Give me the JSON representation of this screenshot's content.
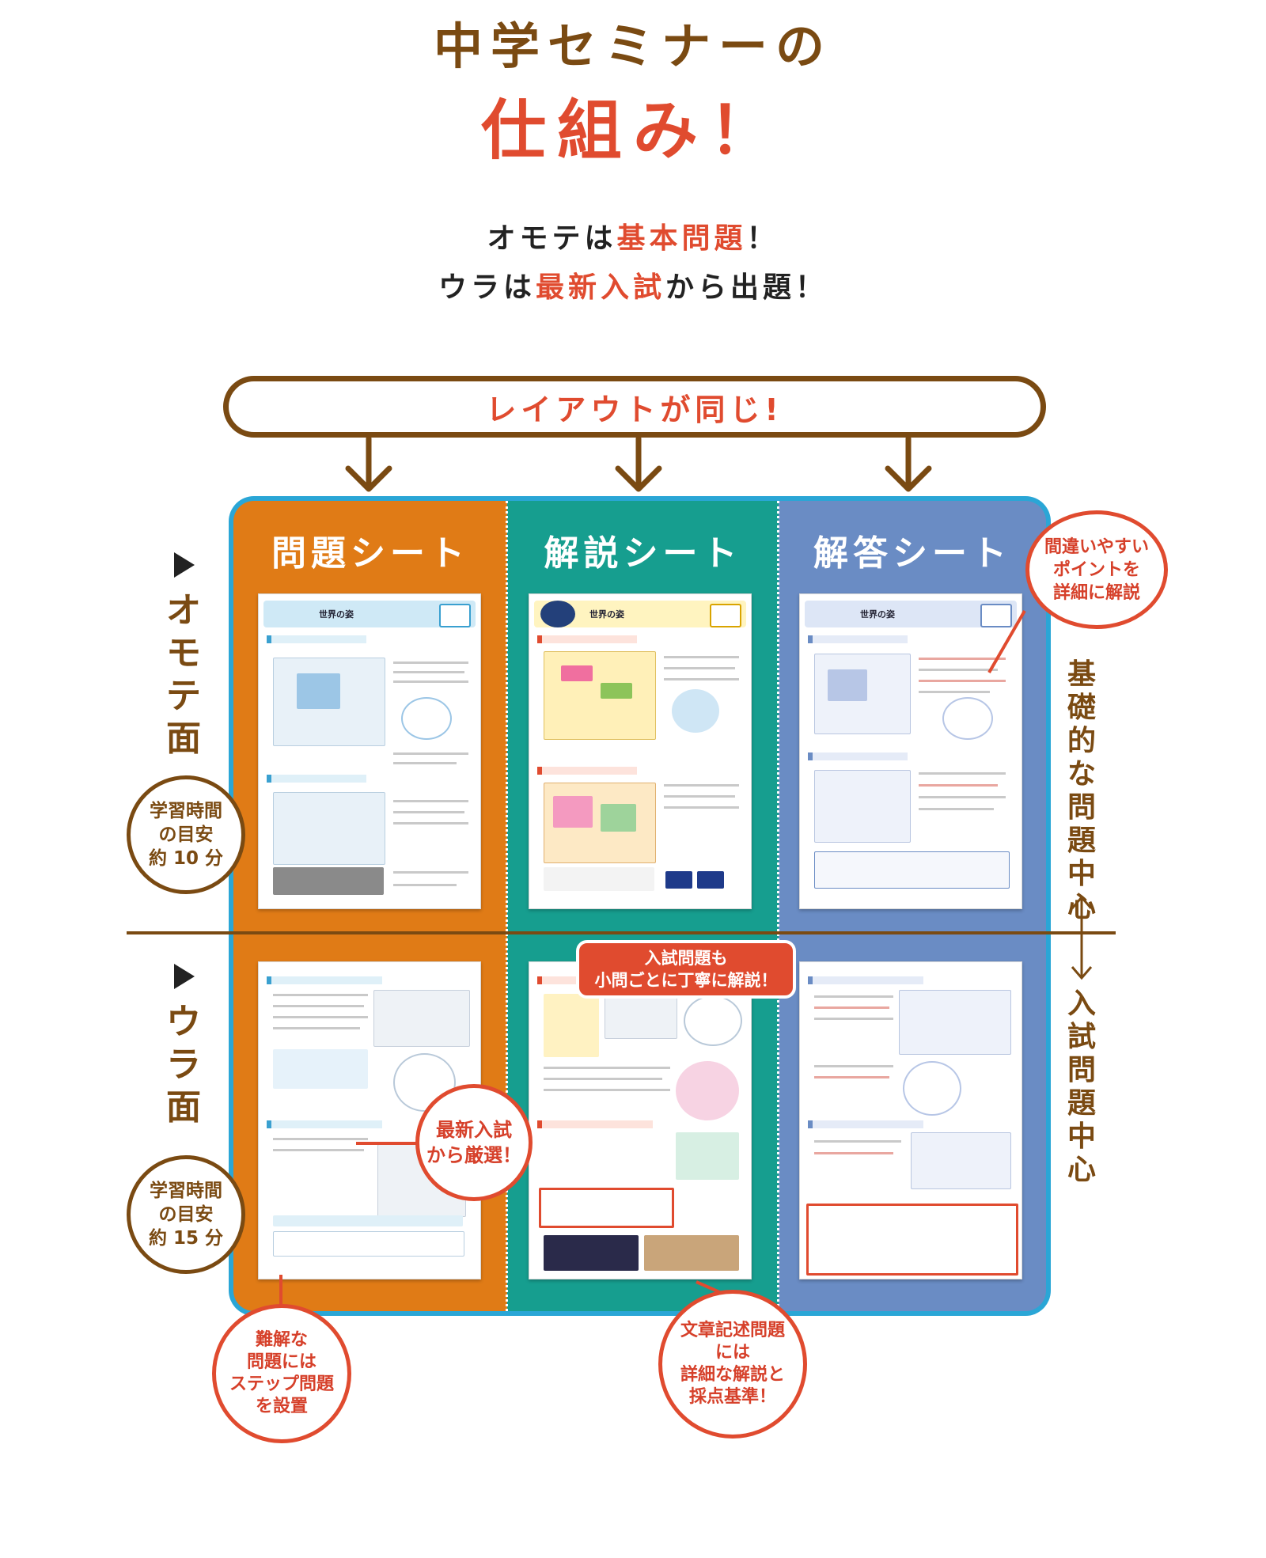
{
  "title": {
    "line1": "中学セミナーの",
    "line2": "仕組み！"
  },
  "subtitle": {
    "line1_pre": "オモテは",
    "line1_red": "基本問題",
    "line1_post": "！",
    "line2_pre": "ウラは",
    "line2_red": "最新入試",
    "line2_post": "から出題！"
  },
  "banner": "レイアウトが同じ!",
  "columns": [
    "問題シート",
    "解説シート",
    "解答シート"
  ],
  "sheet_title": "世界の姿",
  "side": {
    "front": "オモテ面",
    "back": "ウラ面",
    "front_time": [
      "学習時間",
      "の目安",
      "約 10 分"
    ],
    "back_time": [
      "学習時間",
      "の目安",
      "約 15 分"
    ]
  },
  "right_labels": {
    "top": "基礎的な問題中心",
    "bottom": "入試問題中心"
  },
  "callouts": {
    "mistake": [
      "間違いやすい",
      "ポイントを",
      "詳細に解説"
    ],
    "latest": [
      "最新入試",
      "から厳選！"
    ],
    "exam": [
      "入試問題も",
      "小問ごとに丁寧に解説！"
    ],
    "step": [
      "難解な",
      "問題には",
      "ステップ問題",
      "を設置"
    ],
    "essay": [
      "文章記述問題",
      "には",
      "詳細な解説と",
      "採点基準！"
    ]
  },
  "colors": {
    "brown": "#7a4a12",
    "red": "#e04b2f",
    "orange": "#e07b16",
    "teal": "#169e8f",
    "blue": "#6a8cc4",
    "frame": "#2aa6d6"
  }
}
